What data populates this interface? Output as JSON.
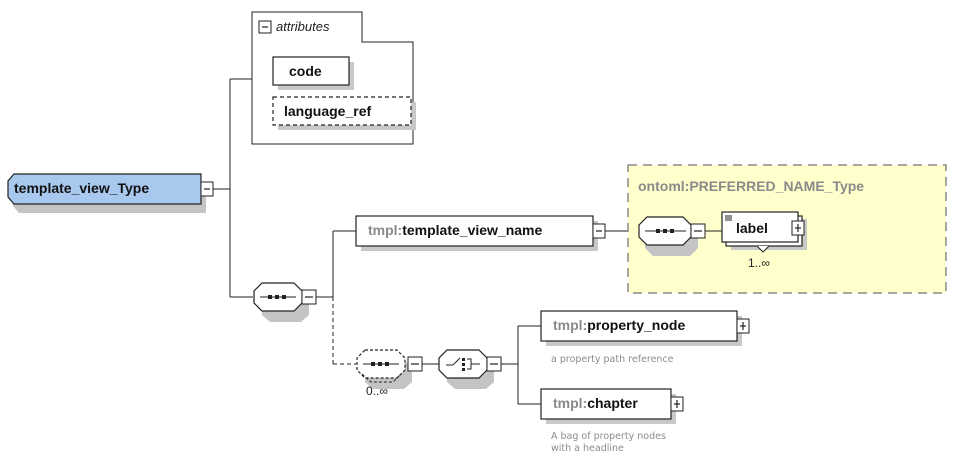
{
  "diagram": {
    "root": {
      "name": "template_view_Type",
      "fill": "#a9c8ee"
    },
    "attributes": {
      "header": "attributes",
      "items": [
        {
          "name": "code",
          "optional": false
        },
        {
          "name": "language_ref",
          "optional": true
        }
      ]
    },
    "sequence_main": {
      "kind": "sequence"
    },
    "template_view_name": {
      "prefix": "tmpl:",
      "name": "template_view_name"
    },
    "preferred_name_type": {
      "title": "ontoml:PREFERRED_NAME_Type",
      "fill": "#ffffcc",
      "element": {
        "name": "label",
        "occurs": "1..∞"
      }
    },
    "sequence_optional": {
      "kind": "sequence",
      "occurs": "0..∞"
    },
    "choice": {
      "kind": "choice"
    },
    "children": [
      {
        "prefix": "tmpl:",
        "name": "property_node",
        "doc": [
          "a property path reference"
        ]
      },
      {
        "prefix": "tmpl:",
        "name": "chapter",
        "doc": [
          "A bag of property nodes",
          "with a headline"
        ]
      }
    ]
  }
}
